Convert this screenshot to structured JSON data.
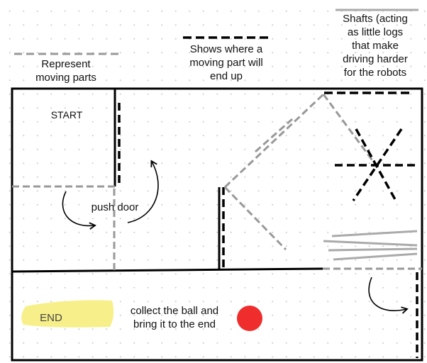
{
  "legend": {
    "moving_parts": "Represent\nmoving parts",
    "end_position": "Shows where a\nmoving part will\nend up",
    "shafts": "Shafts (acting\nas little logs\nthat make\ndriving harder\nfor the robots"
  },
  "map": {
    "start_label": "START",
    "push_door_label": "push door",
    "end_label": "END",
    "instruction": "collect the ball and\nbring it to the end"
  },
  "colors": {
    "wall": "#000000",
    "moving_part": "#999999",
    "end_position": "#000000",
    "ball": "#ef2d2d",
    "end_highlight": "#f7f08a"
  }
}
